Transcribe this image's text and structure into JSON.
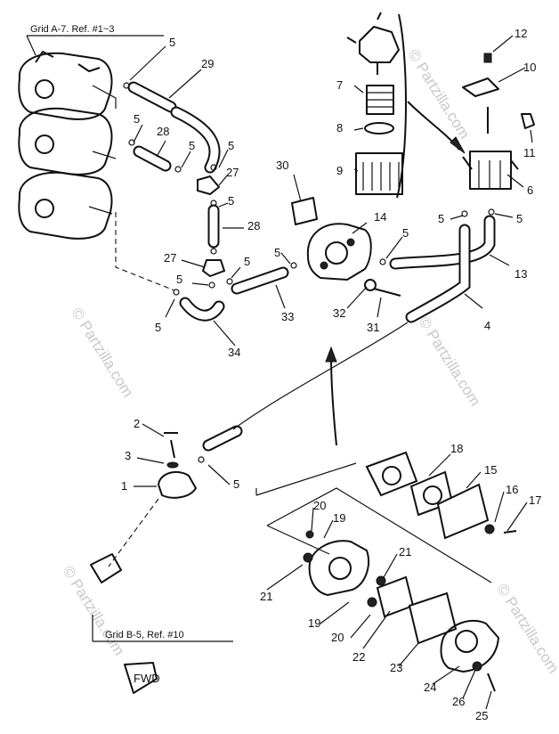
{
  "references": {
    "top": "Grid A-7. Ref. #1~3",
    "bottom": "Grid B-5, Ref. #10"
  },
  "watermark": "© Partzilla.com",
  "fwd_text": "FWD",
  "callouts": {
    "c5_a": "5",
    "c29": "29",
    "c5_b": "5",
    "c28_a": "28",
    "c5_c": "5",
    "c5_d": "5",
    "c27_a": "27",
    "c5_e": "5",
    "c28_b": "28",
    "c27_b": "27",
    "c5_f": "5",
    "c5_g": "5",
    "c5_h": "5",
    "c34": "34",
    "c33": "33",
    "c30": "30",
    "c5_i": "5",
    "c14": "14",
    "c5_j": "5",
    "c32": "32",
    "c31": "31",
    "c7": "7",
    "c8": "8",
    "c9": "9",
    "c12": "12",
    "c10": "10",
    "c11": "11",
    "c6": "6",
    "c5_k": "5",
    "c5_l": "5",
    "c13": "13",
    "c4": "4",
    "c2": "2",
    "c3": "3",
    "c1": "1",
    "c5_m": "5",
    "c18": "18",
    "c15": "15",
    "c16": "16",
    "c17": "17",
    "c20_a": "20",
    "c19_a": "19",
    "c21_a": "21",
    "c21_b": "21",
    "c19_b": "19",
    "c20_b": "20",
    "c22": "22",
    "c23": "23",
    "c24": "24",
    "c26": "26",
    "c25": "25"
  }
}
